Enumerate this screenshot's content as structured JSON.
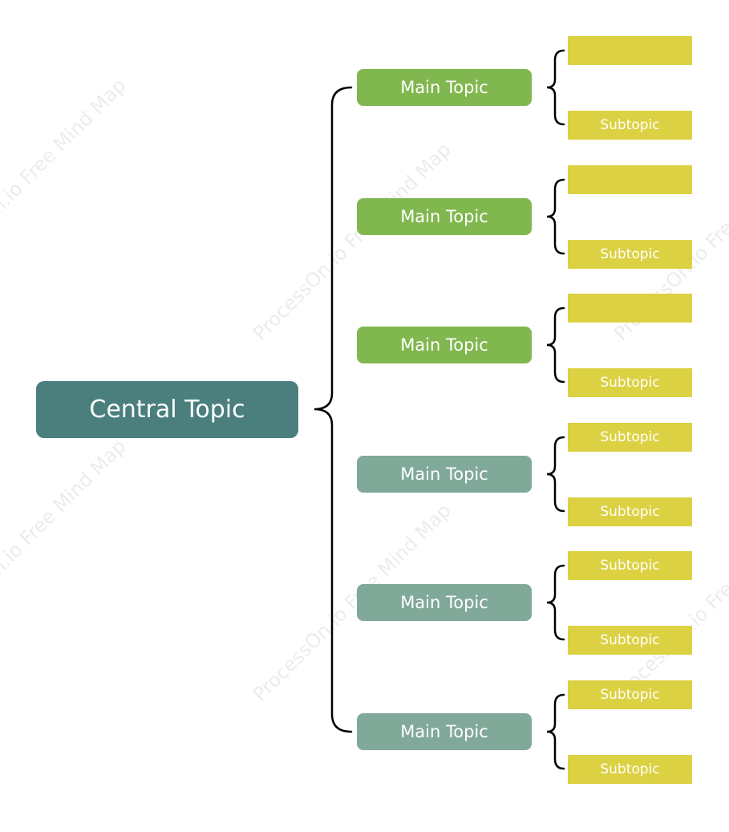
{
  "colors": {
    "central": "#4a7f7d",
    "main_green": "#81b74f",
    "main_gray": "#80a999",
    "subtopic": "#dcd142",
    "connector": "#000000",
    "watermark": "#c8c8c8"
  },
  "watermark": {
    "text": "ProcessOn.io Free Mind Map"
  },
  "central": {
    "label": "Central Topic"
  },
  "main_topics": [
    {
      "label": "Main Topic",
      "color_key": "main_green",
      "subtopics": [
        "",
        "Subtopic"
      ]
    },
    {
      "label": "Main Topic",
      "color_key": "main_green",
      "subtopics": [
        "",
        "Subtopic"
      ]
    },
    {
      "label": "Main Topic",
      "color_key": "main_green",
      "subtopics": [
        "",
        "Subtopic"
      ]
    },
    {
      "label": "Main Topic",
      "color_key": "main_gray",
      "subtopics": [
        "Subtopic",
        "Subtopic"
      ]
    },
    {
      "label": "Main Topic",
      "color_key": "main_gray",
      "subtopics": [
        "Subtopic",
        "Subtopic"
      ]
    },
    {
      "label": "Main Topic",
      "color_key": "main_gray",
      "subtopics": [
        "Subtopic",
        "Subtopic"
      ]
    }
  ]
}
